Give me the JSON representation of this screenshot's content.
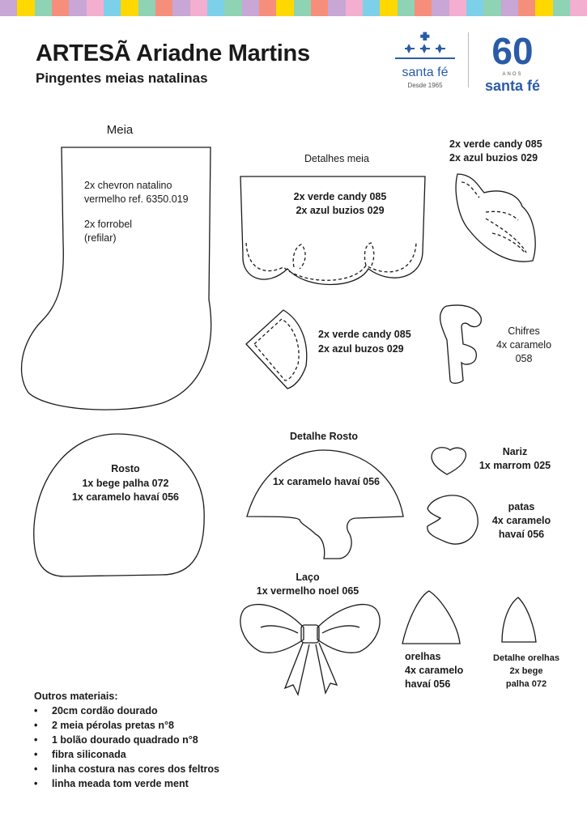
{
  "stripe_colors": [
    "#c8a6d6",
    "#ffd800",
    "#8fd3b5",
    "#f58f7c",
    "#c8a6d6",
    "#f4aed0",
    "#7dd0ea",
    "#ffd800",
    "#8fd3b5",
    "#f58f7c",
    "#c8a6d6",
    "#f4aed0",
    "#7dd0ea",
    "#8fd3b5",
    "#c8a6d6",
    "#f58f7c",
    "#ffd800",
    "#8fd3b5",
    "#f58f7c",
    "#c8a6d6",
    "#f4aed0",
    "#7dd0ea",
    "#ffd800",
    "#8fd3b5",
    "#f58f7c",
    "#c8a6d6",
    "#f4aed0",
    "#7dd0ea",
    "#8fd3b5",
    "#c8a6d6",
    "#f58f7c",
    "#ffd800",
    "#8fd3b5",
    "#f4aed0"
  ],
  "header": {
    "title": "ARTESÃ Ariadne Martins",
    "subtitle": "Pingentes meias natalinas"
  },
  "logo": {
    "brand": "santa fé",
    "since": "Desde 1965",
    "anniversary_number": "60",
    "anos": "ANOS",
    "brand2": "santa fé",
    "accent": "#2a5ba8"
  },
  "pieces": {
    "meia": {
      "title": "Meia",
      "line1": "2x chevron natalino",
      "line2": "vermelho ref. 6350.019",
      "line3": "2x forrobel",
      "line4": "(refilar)"
    },
    "detalhes_meia": {
      "title": "Detalhes meia",
      "line1": "2x verde candy 085",
      "line2": "2x azul buzios 029"
    },
    "folha": {
      "line1": "2x verde candy 085",
      "line2": "2x azul buzios 029"
    },
    "triangulo": {
      "line1": "2x verde candy 085",
      "line2": "2x azul buzos 029"
    },
    "chifres": {
      "title": "Chifres",
      "line1": "4x caramelo",
      "line2": "058"
    },
    "rosto": {
      "title": "Rosto",
      "line1": "1x bege palha 072",
      "line2": "1x caramelo havaí 056"
    },
    "detalhe_rosto": {
      "title": "Detalhe Rosto",
      "line1": "1x caramelo havaí 056"
    },
    "nariz": {
      "title": "Nariz",
      "line1": "1x marrom 025"
    },
    "patas": {
      "title": "patas",
      "line1": "4x caramelo",
      "line2": "havaí 056"
    },
    "laco": {
      "title": "Laço",
      "line1": "1x vermelho noel 065"
    },
    "orelhas": {
      "title": "orelhas",
      "line1": "4x caramelo",
      "line2": "havaí 056"
    },
    "detalhe_orelhas": {
      "title": "Detalhe orelhas",
      "line1": "2x bege",
      "line2": "palha 072"
    }
  },
  "materials": {
    "title": "Outros materiais:",
    "items": [
      "20cm cordão dourado",
      "2 meia pérolas pretas n°8",
      "1 bolão dourado quadrado n°8",
      "fibra siliconada",
      "linha costura nas cores dos feltros",
      "linha meada tom verde ment"
    ]
  }
}
